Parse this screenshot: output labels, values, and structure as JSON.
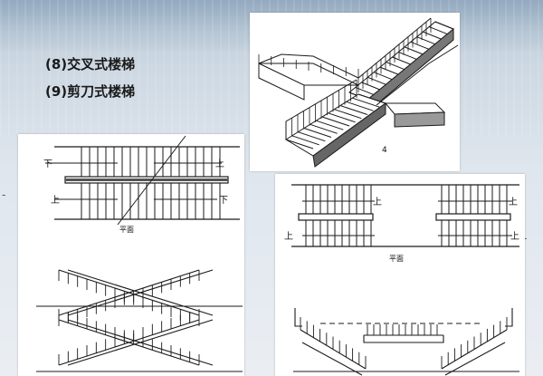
{
  "slide": {
    "titles": [
      {
        "label": "(8)交叉式楼梯"
      },
      {
        "label": "(9)剪刀式楼梯"
      }
    ],
    "margin_dash": "-"
  },
  "figure_top": {
    "caption": "4"
  },
  "figure_left": {
    "labels": {
      "down_1": "下",
      "up_1": "上",
      "up_2": "上",
      "down_2": "下",
      "plan": "平面"
    }
  },
  "figure_right": {
    "labels": {
      "up_1": "上",
      "up_2": "上",
      "up_3": "上",
      "up_4": "上",
      "plan": "平面"
    }
  }
}
